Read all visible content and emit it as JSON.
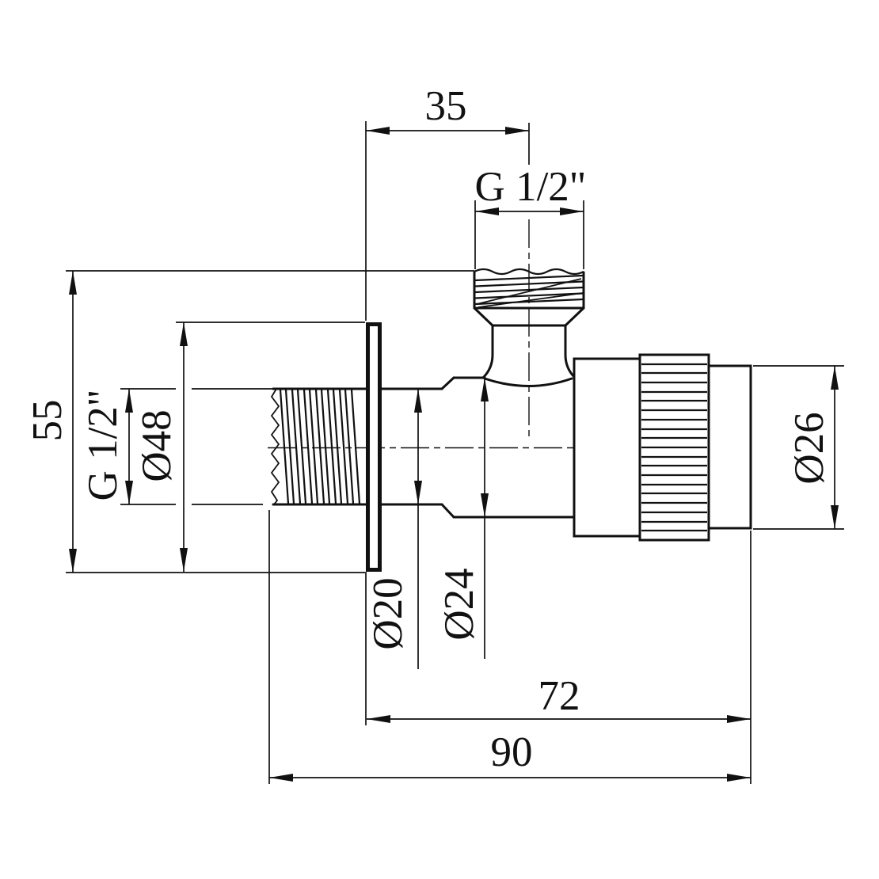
{
  "drawing": {
    "background": "#ffffff",
    "line_color": "#111111",
    "style": "orthographic-technical-drawing",
    "dimensions": {
      "top_offset": "35",
      "port_thread": "G 1/2\"",
      "height": "55",
      "wall_thread": "G 1/2\"",
      "flange_diameter": "Ø48",
      "pipe_diameter": "Ø20",
      "body_diameter": "Ø24",
      "cap_diameter": "Ø26",
      "body_length": "72",
      "overall_length": "90"
    }
  }
}
